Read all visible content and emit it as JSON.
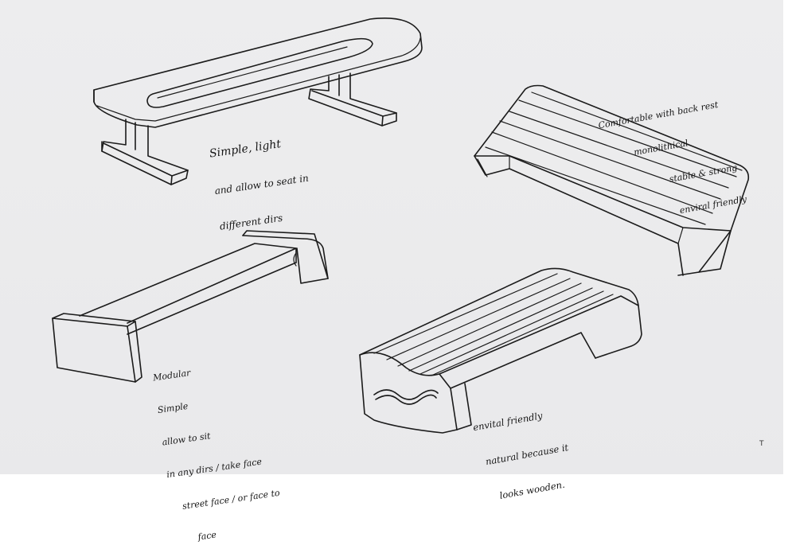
{
  "sketch": {
    "notes": {
      "bench1": [
        "Simple, light",
        "and allow to seat in",
        "different dirs"
      ],
      "bench2": [
        "Comfortable with back rest",
        "monolithical",
        "stable & strong",
        "enviral friendly"
      ],
      "bench3": [
        "Modular",
        "Simple",
        "allow to sit",
        "in any dirs / take face",
        "street face / or face to",
        "face"
      ],
      "bench4": [
        "envital friendly",
        "natural because it",
        "looks wooden."
      ]
    },
    "corner_mark": "T"
  }
}
